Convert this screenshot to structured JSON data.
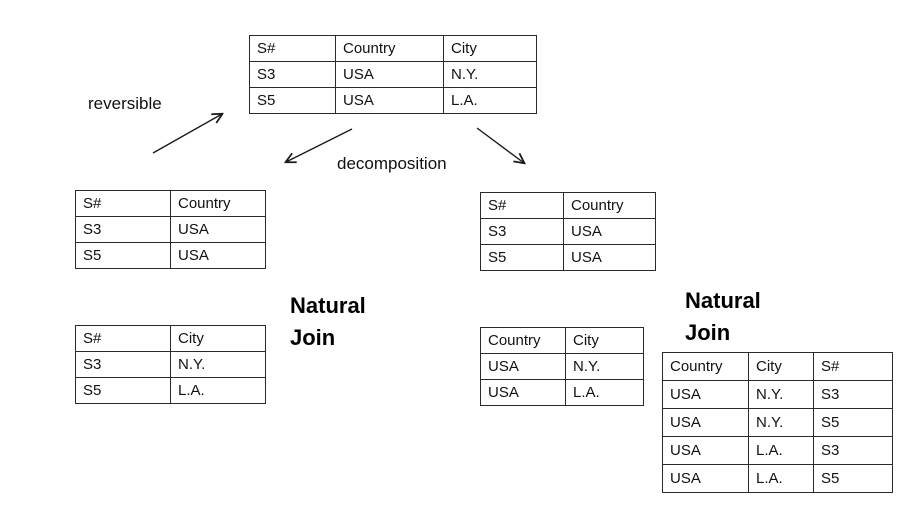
{
  "labels": {
    "reversible": "reversible",
    "decomposition": "decomposition",
    "natural_join_left": "Natural Join",
    "natural_join_right": "Natural Join"
  },
  "colors": {
    "background": "#ffffff",
    "text": "#111111",
    "table_border": "#2a2a2a",
    "arrow": "#1a1a1a"
  },
  "tables": {
    "top": {
      "headers": [
        "S#",
        "Country",
        "City"
      ],
      "rows": [
        [
          "S3",
          "USA",
          "N.Y."
        ],
        [
          "S5",
          "USA",
          "L.A."
        ]
      ]
    },
    "left_upper": {
      "headers": [
        "S#",
        "Country"
      ],
      "rows": [
        [
          "S3",
          "USA"
        ],
        [
          "S5",
          "USA"
        ]
      ]
    },
    "left_lower": {
      "headers": [
        "S#",
        "City"
      ],
      "rows": [
        [
          "S3",
          "N.Y."
        ],
        [
          "S5",
          "L.A."
        ]
      ]
    },
    "right_upper": {
      "headers": [
        "S#",
        "Country"
      ],
      "rows": [
        [
          "S3",
          "USA"
        ],
        [
          "S5",
          "USA"
        ]
      ]
    },
    "right_middle": {
      "headers": [
        "Country",
        "City"
      ],
      "rows": [
        [
          "USA",
          "N.Y."
        ],
        [
          "USA",
          "L.A."
        ]
      ]
    },
    "bottom_right": {
      "headers": [
        "Country",
        "City",
        "S#"
      ],
      "rows": [
        [
          "USA",
          "N.Y.",
          "S3"
        ],
        [
          "USA",
          "N.Y.",
          "S5"
        ],
        [
          "USA",
          "L.A.",
          "S3"
        ],
        [
          "USA",
          "L.A.",
          "S5"
        ]
      ]
    }
  }
}
